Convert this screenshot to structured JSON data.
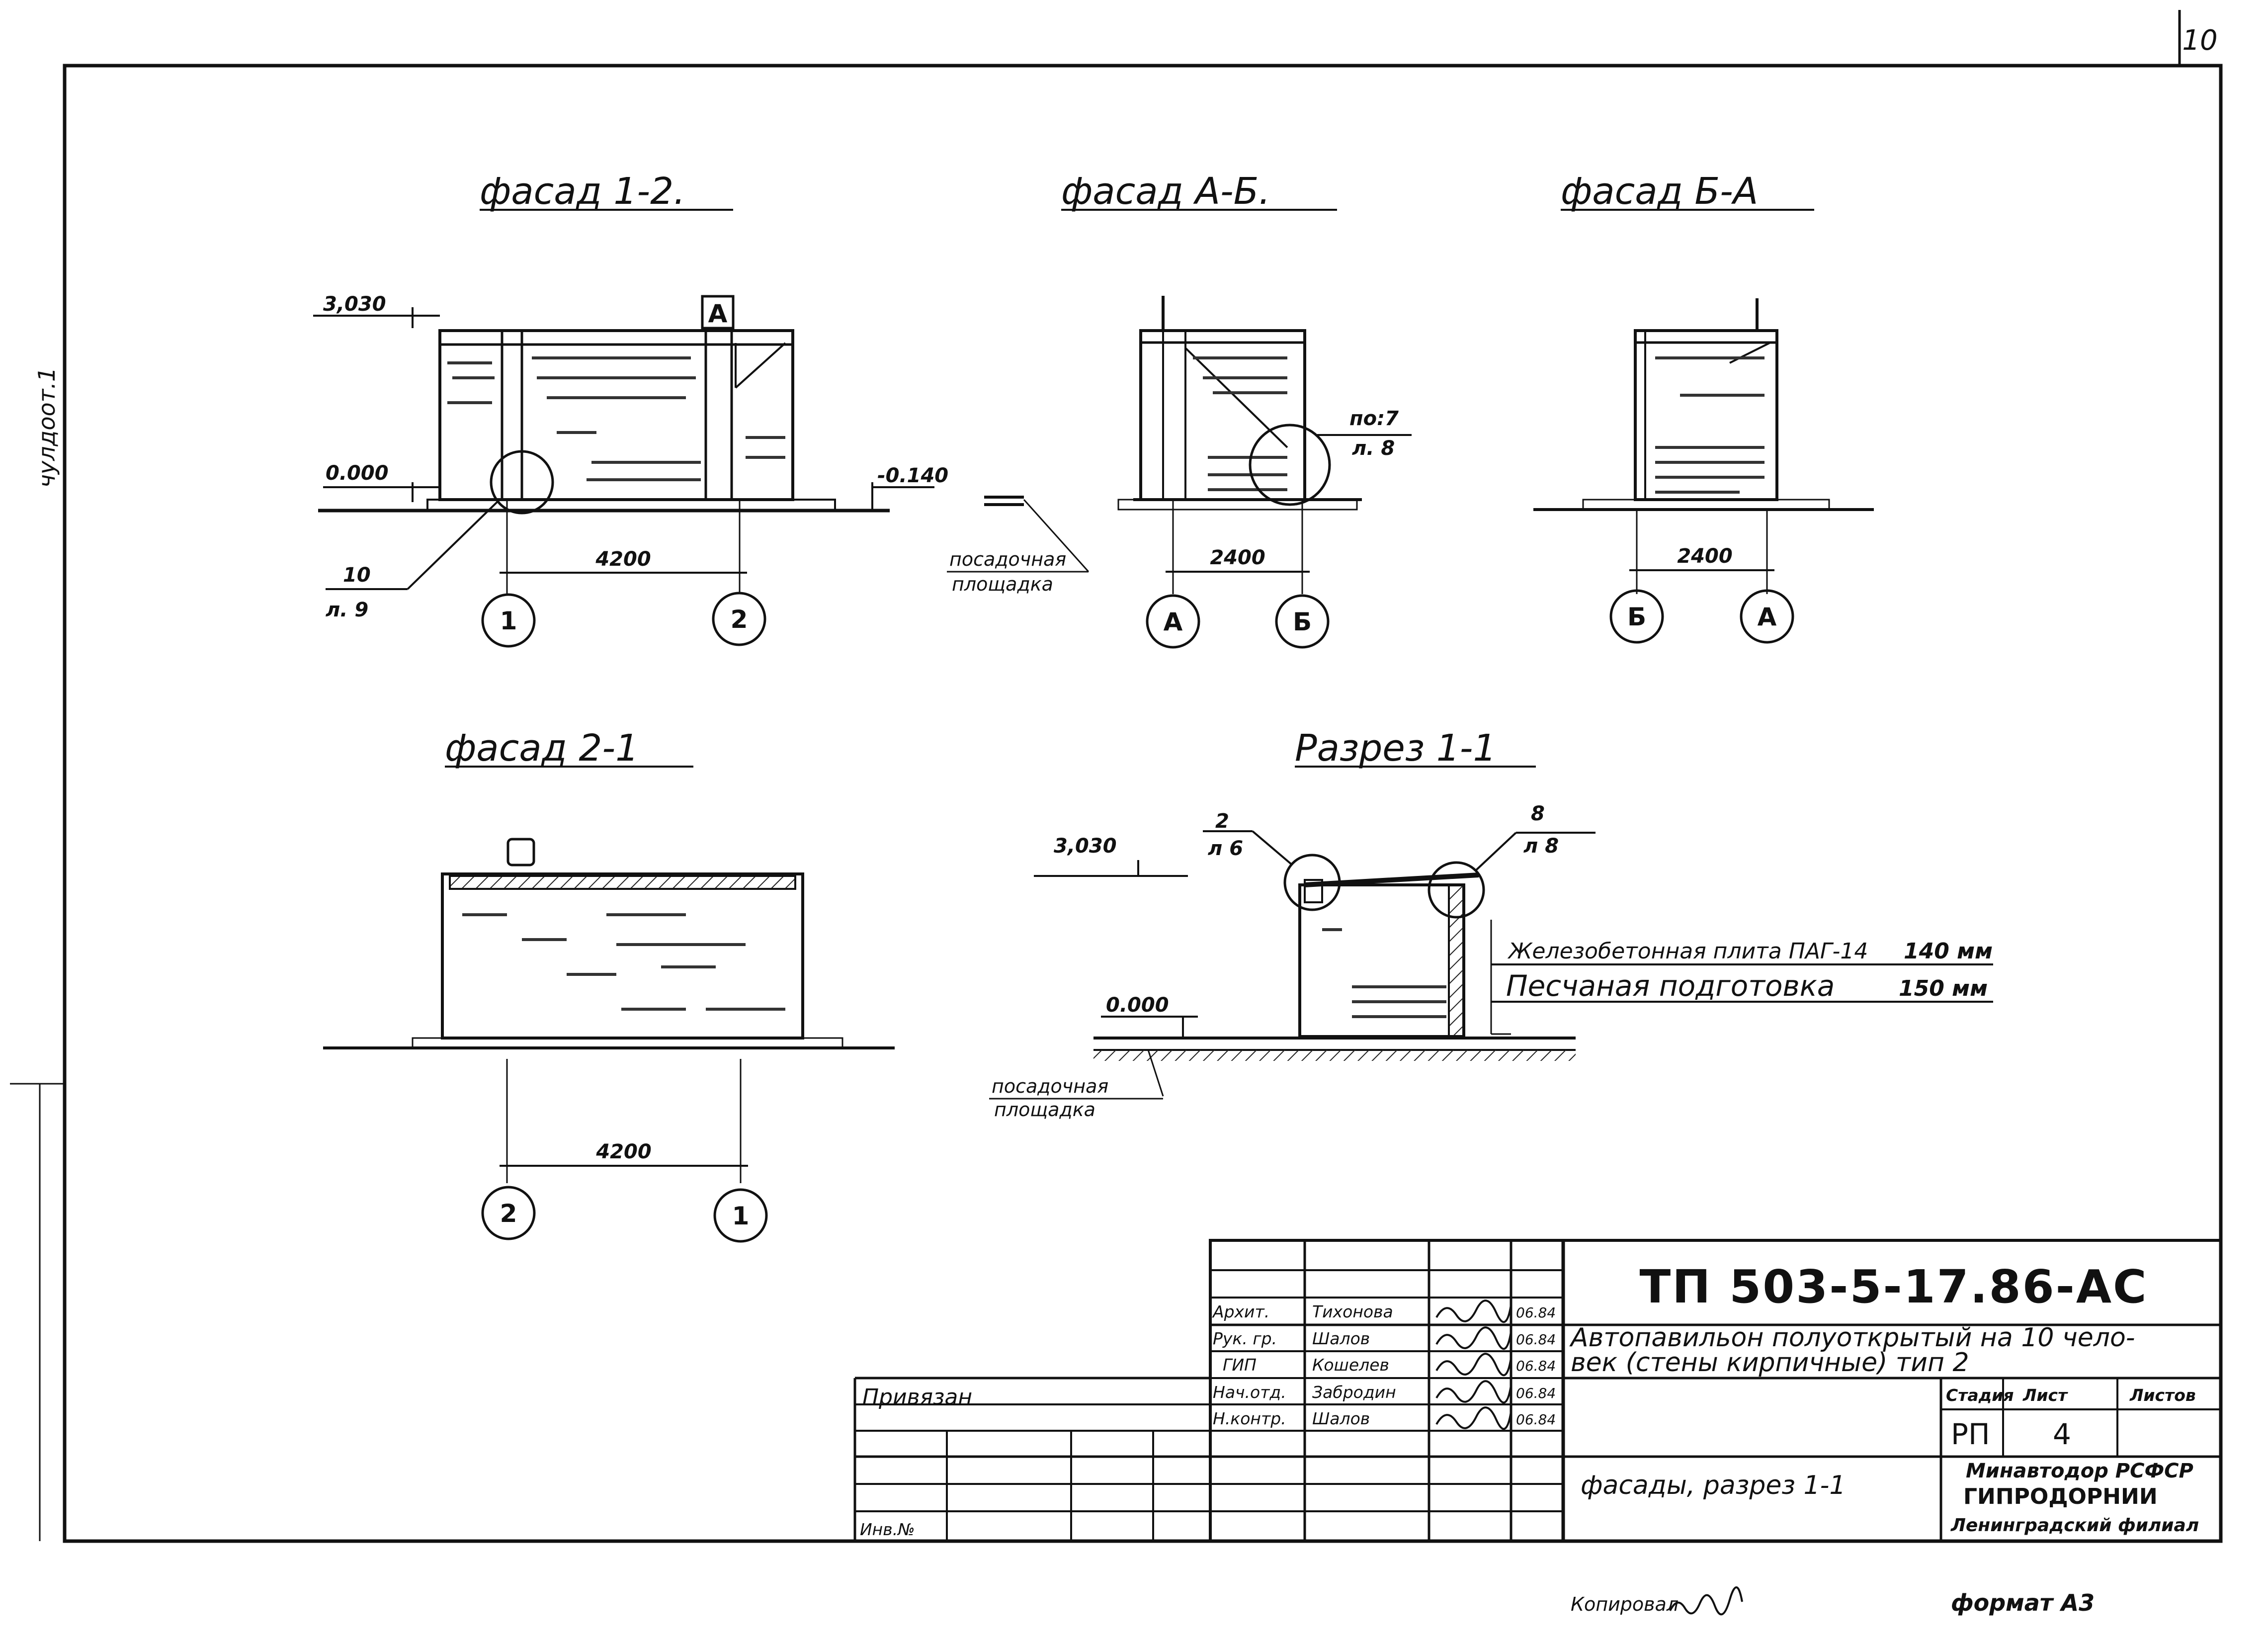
{
  "sheet_number": "10",
  "side_stamp": "чулдоот.1",
  "drawings": {
    "facade_1_2": {
      "title": "фасад 1-2.",
      "level_top": "3,030",
      "level_zero": "0.000",
      "level_platform": "-0.140",
      "span": "4200",
      "axis_left": "1",
      "axis_right": "2",
      "axis_marker": "А",
      "callout_num": "10",
      "callout_sheet": "л. 9"
    },
    "platform_label_line1": "посадочная",
    "platform_label_line2": "площадка",
    "facade_a_b": {
      "title": "фасад А-Б.",
      "callout_num": "по:7",
      "callout_sheet": "л. 8",
      "span": "2400",
      "axis_left": "А",
      "axis_right": "Б"
    },
    "facade_b_a": {
      "title": "фасад Б-А",
      "span": "2400",
      "axis_left": "Б",
      "axis_right": "А"
    },
    "facade_2_1": {
      "title": "фасад 2-1",
      "span": "4200",
      "axis_left": "2",
      "axis_right": "1"
    },
    "section_1_1": {
      "title": "Разрез 1-1",
      "level_top": "3,030",
      "level_zero": "0.000",
      "callout_left_num": "2",
      "callout_left_sheet": "л 6",
      "callout_right_num": "8",
      "callout_right_sheet": "л 8",
      "layer1_name": "Железобетонная плита ПАГ-14",
      "layer1_thick": "140 мм",
      "layer2_name": "Песчаная подготовка",
      "layer2_thick": "150 мм"
    }
  },
  "title_block": {
    "doc_code": "ТП 503-5-17.86-АС",
    "description": "Автопавильон полуоткрытый на 10 человек (стены кирпичные) тип 2",
    "sheet_title": "фасады, разрез 1-1",
    "org_line1": "Минавтодор РСФСР",
    "org_line2": "ГИПРОДОРНИИ",
    "org_line3": "Ленинградский филиал",
    "stage_header": "Стадия",
    "sheet_header": "Лист",
    "sheets_header": "Листов",
    "stage_value": "РП",
    "sheet_value": "4",
    "bound_label": "Привязан",
    "inv_label": "Инв.№",
    "signatures": [
      {
        "role": "Архит.",
        "name": "Тихонова",
        "date": "06.84"
      },
      {
        "role": "Рук. гр.",
        "name": "Шалов",
        "date": "06.84"
      },
      {
        "role": "ГИП",
        "name": "Кошелев",
        "date": "06.84"
      },
      {
        "role": "Нач.отд.",
        "name": "Забродин",
        "date": "06.84"
      },
      {
        "role": "Н.контр.",
        "name": "Шалов",
        "date": "06.84"
      }
    ]
  },
  "footer": {
    "copied": "Копировал",
    "format": "формат А3"
  }
}
